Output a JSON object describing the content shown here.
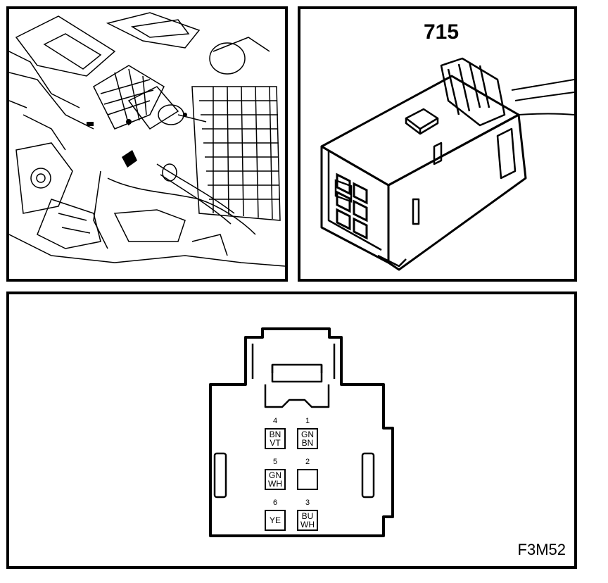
{
  "connector": {
    "number": "715"
  },
  "figure_code": "F3M52",
  "pins": [
    {
      "number": "4",
      "line1": "BN",
      "line2": "VT"
    },
    {
      "number": "1",
      "line1": "GN",
      "line2": "BN"
    },
    {
      "number": "5",
      "line1": "GN",
      "line2": "WH"
    },
    {
      "number": "2",
      "line1": "",
      "line2": ""
    },
    {
      "number": "6",
      "line1": "YE",
      "line2": ""
    },
    {
      "number": "3",
      "line1": "BU",
      "line2": "WH"
    }
  ],
  "icons": {
    "engine_bay": "engine-bay-illustration",
    "connector": "connector-illustration",
    "pinout": "connector-face-diagram"
  }
}
